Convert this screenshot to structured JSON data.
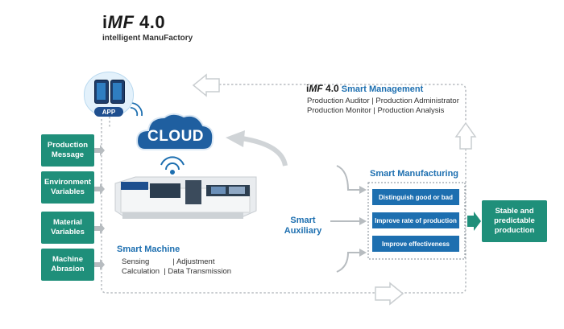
{
  "logo": {
    "prefix": "i",
    "brand": "MF",
    "version": "4.0",
    "tagline": "intelligent ManuFactory"
  },
  "app": {
    "label": "APP"
  },
  "cloud": {
    "label": "CLOUD"
  },
  "inputs": [
    {
      "label": "Production Message"
    },
    {
      "label": "Environment Variables"
    },
    {
      "label": "Material Variables"
    },
    {
      "label": "Machine Abrasion"
    }
  ],
  "smart_management": {
    "logo_prefix": "i",
    "logo_brand": "MF",
    "logo_version": "4.0",
    "title": "Smart Management",
    "line1": "Production Auditor  | Production Administrator",
    "line2": "Production Monitor | Production Analysis"
  },
  "smart_machine": {
    "title": "Smart Machine",
    "line1": "Sensing           | Adjustment",
    "line2": "Calculation  | Data Transmission"
  },
  "smart_auxiliary": {
    "line1": "Smart",
    "line2": "Auxiliary"
  },
  "smart_manufacturing": {
    "title": "Smart Manufacturing",
    "items": [
      "Distinguish good or bad",
      "Improve rate of production",
      "Improve effectiveness"
    ]
  },
  "output": {
    "label": "Stable and predictable production"
  },
  "colors": {
    "teal": "#1f8f7a",
    "blue": "#1d6fb0",
    "gray_line": "#b7bcc0"
  }
}
